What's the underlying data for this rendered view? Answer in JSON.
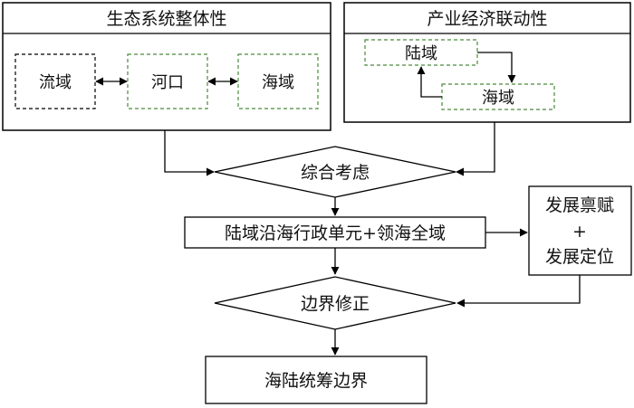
{
  "panels": {
    "ecosystem": {
      "title": "生态系统整体性",
      "nodes": [
        "流域",
        "河口",
        "海域"
      ]
    },
    "industry": {
      "title": "产业经济联动性",
      "nodes": [
        "陆域",
        "海域"
      ]
    }
  },
  "flow": {
    "consider": "综合考虑",
    "unit": "陆域沿海行政单元+领海全域",
    "endowment": {
      "line1": "发展禀赋",
      "plus": "+",
      "line2": "发展定位"
    },
    "correction": "边界修正",
    "result": "海陆统筹边界"
  },
  "colors": {
    "green_dash": "#4a8a3a",
    "line": "#000000"
  }
}
